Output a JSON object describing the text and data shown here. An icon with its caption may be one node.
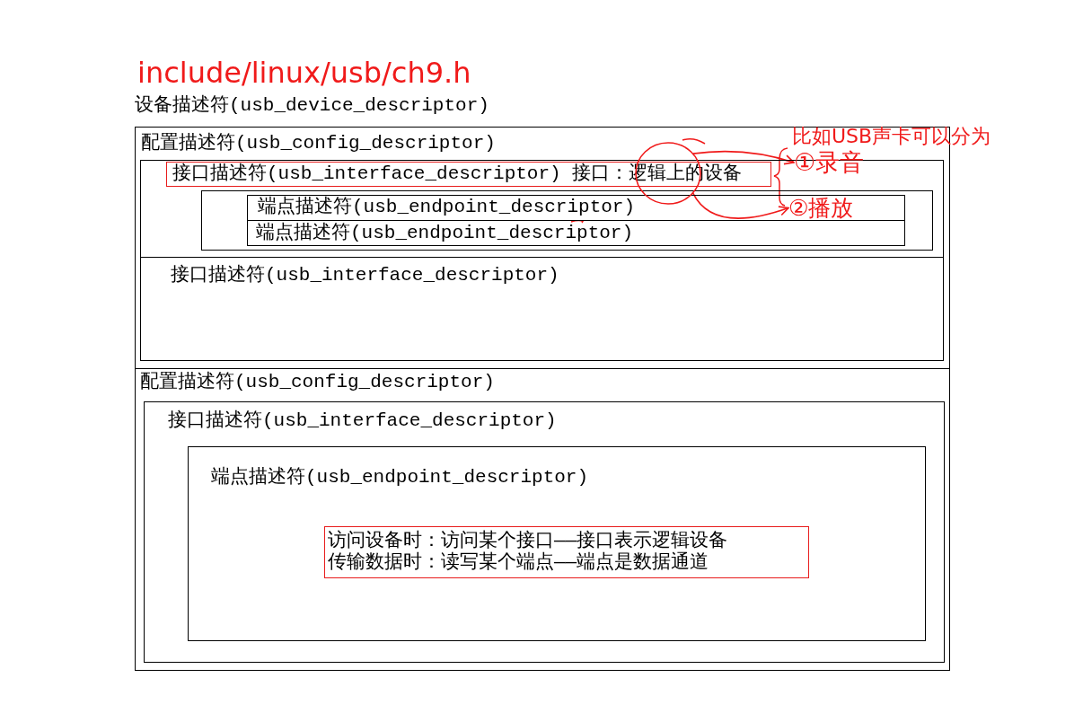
{
  "diagram": {
    "nodes": [
      {
        "text": [
          "设备描述符(usb_device_descriptor)"
        ]
      },
      {
        "text": [
          "配置描述符(usb_config_descriptor)"
        ],
        "in": 0
      },
      {
        "text": [],
        "shape": "box",
        "in": 1
      },
      {
        "text": [
          "接口描述符(usb_interface_descriptor) 接口：逻辑上的设备"
        ],
        "in": 2
      },
      {
        "text": [],
        "shape": "box",
        "in": 2
      },
      {
        "text": [
          "端点描述符(usb_endpoint_descriptor)"
        ],
        "in": 4
      },
      {
        "text": [
          "端点描述符(usb_endpoint_descriptor)"
        ],
        "in": 4
      },
      {
        "text": [
          "接口描述符(usb_interface_descriptor)"
        ],
        "in": 1
      },
      {
        "text": [
          "配置描述符(usb_config_descriptor)"
        ],
        "in": 0
      },
      {
        "text": [
          "接口描述符(usb_interface_descriptor)"
        ],
        "in": 8
      },
      {
        "text": [
          "端点描述符(usb_endpoint_descriptor)"
        ],
        "in": 9
      },
      {
        "text": [
          "访问设备时：访问某个接口——接口表示逻辑设备",
          "传输数据时：读写某个端点——端点是数据通道"
        ],
        "in": 10
      },
      {
        "text": [],
        "shape": "circle",
        "in": 1
      },
      {
        "text": [
          "①录音"
        ],
        "in": 1
      },
      {
        "text": [
          "②播放"
        ],
        "in": 5
      }
    ],
    "edges": [
      {
        "from": 12,
        "to": 13,
        "arrow": "to"
      },
      {
        "from": 12,
        "to": 14,
        "arrow": "to"
      }
    ],
    "labels": [
      "include/linux/usb/ch9.h",
      "比如USB声卡可以分为"
    ]
  }
}
